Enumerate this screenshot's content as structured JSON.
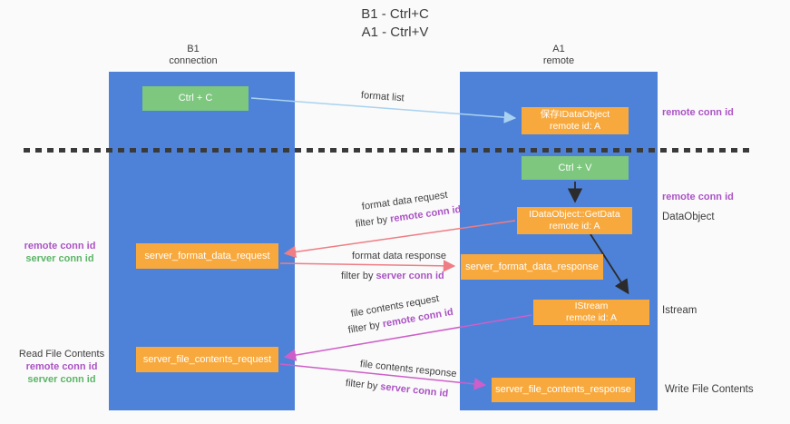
{
  "title": {
    "line1": "B1 - Ctrl+C",
    "line2": "A1 - Ctrl+V"
  },
  "lanes": {
    "left": {
      "title": "B1",
      "subtitle": "connection"
    },
    "right": {
      "title": "A1",
      "subtitle": "remote"
    }
  },
  "nodes": {
    "ctrl_c": "Ctrl + C",
    "save_idataobject": {
      "line1": "保存IDataObject",
      "line2": "remote id: A"
    },
    "ctrl_v": "Ctrl + V",
    "idataobject_getdata": {
      "line1": "IDataObject::GetData",
      "line2": "remote id: A"
    },
    "server_format_data_request": "server_format_data_request",
    "server_format_data_response": "server_format_data_response",
    "istream": {
      "line1": "IStream",
      "line2": "remote id: A"
    },
    "server_file_contents_request": "server_file_contents_request",
    "server_file_contents_response": "server_file_contents_response"
  },
  "arrow_labels": {
    "format_list": "format list",
    "format_data_request": "format data request",
    "format_data_response": "format data response",
    "file_contents_request": "file contents request",
    "file_contents_response": "file contents response",
    "filter_by": "filter by",
    "remote_conn_id": "remote conn id",
    "server_conn_id": "server conn id"
  },
  "side_labels": {
    "remote_conn_id": "remote conn id",
    "server_conn_id": "server conn id",
    "dataobject": "DataObject",
    "istream": "Istream",
    "read_file_contents": "Read File Contents",
    "write_file_contents": "Write File Contents"
  },
  "colors": {
    "lane_blue": "#4e82d8",
    "box_green": "#7dc77e",
    "box_orange": "#f8a93d",
    "arrow_light_blue": "#a9d2f0",
    "arrow_salmon": "#ee7d84",
    "arrow_magenta": "#ce5ec9",
    "arrow_black": "#2b2b2b",
    "label_purple": "#ab53c5",
    "label_green": "#5cb567",
    "text_dark": "#3c3c3c",
    "background": "#fafafa"
  }
}
